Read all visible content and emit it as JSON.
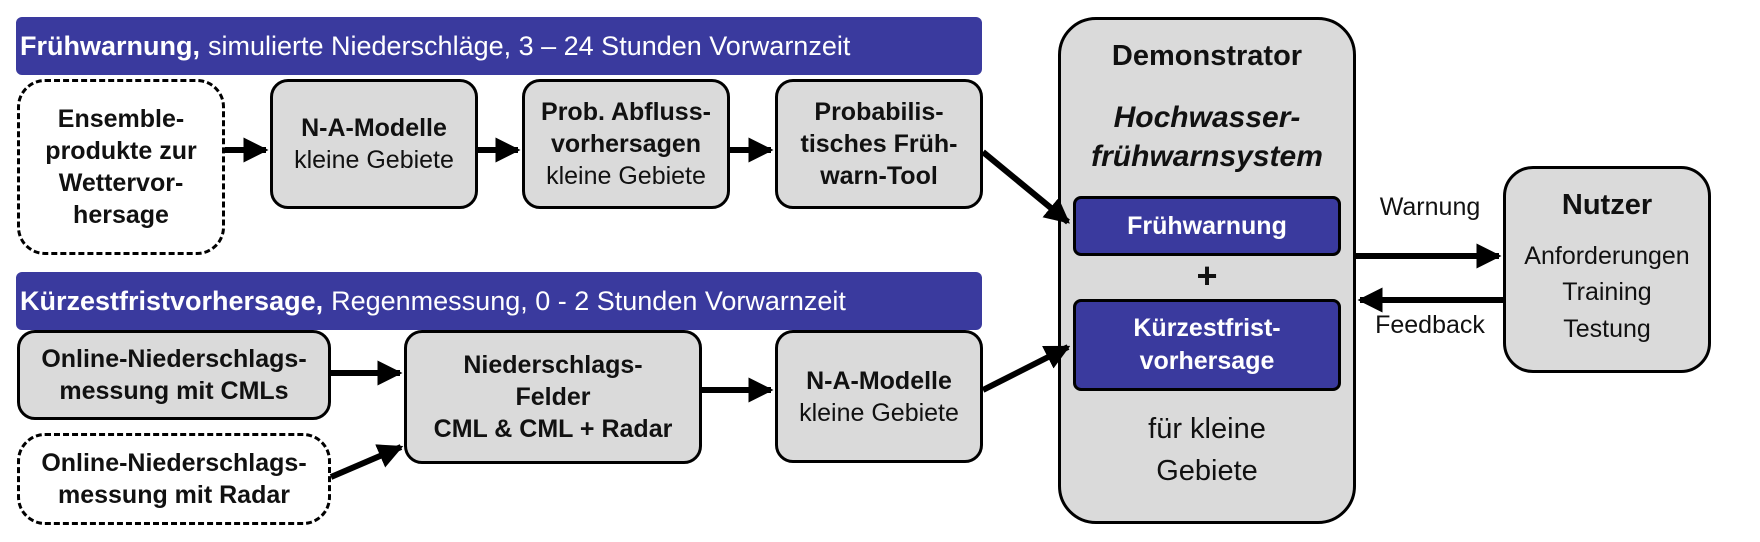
{
  "banner_fw": {
    "bold": "Frühwarnung,",
    "rest": "simulierte Niederschläge, 3 – 24 Stunden Vorwarnzeit"
  },
  "banner_kf": {
    "bold": "Kürzestfristvorhersage,",
    "rest": "Regenmessung, 0 - 2 Stunden Vorwarnzeit"
  },
  "ensemble": {
    "title": "Ensemble-\nprodukte zur\nWettervor-\nhersage"
  },
  "na_model_1": {
    "title": "N-A-Modelle",
    "sub": "kleine Gebiete"
  },
  "prob_abfluss": {
    "title": "Prob. Abfluss-\nvorhersagen",
    "sub": "kleine Gebiete"
  },
  "prob_tool": {
    "title": "Probabilis-\ntisches Früh-\nwarn-Tool"
  },
  "cml": {
    "title": "Online-Niederschlags-\nmessung mit CMLs"
  },
  "radar": {
    "title": "Online-Niederschlags-\nmessung mit Radar"
  },
  "nfelder": {
    "title": "Niederschlags-\nFelder\nCML & CML + Radar"
  },
  "na_model_2": {
    "title": "N-A-Modelle",
    "sub": "kleine Gebiete"
  },
  "demonstrator": {
    "title": "Demonstrator",
    "subtitle": "Hochwasser-\nfrühwarnsystem",
    "inner_fw": "Frühwarnung",
    "plus": "+",
    "inner_kf": "Kürzestfrist-\nvorhersage",
    "footer": "für kleine\nGebiete"
  },
  "arrow_labels": {
    "warnung": "Warnung",
    "feedback": "Feedback"
  },
  "nutzer": {
    "title": "Nutzer",
    "items": "Anforderungen\nTraining\nTestung"
  },
  "colors": {
    "banner": "#3a3a9e",
    "box_fill": "#dadada"
  }
}
